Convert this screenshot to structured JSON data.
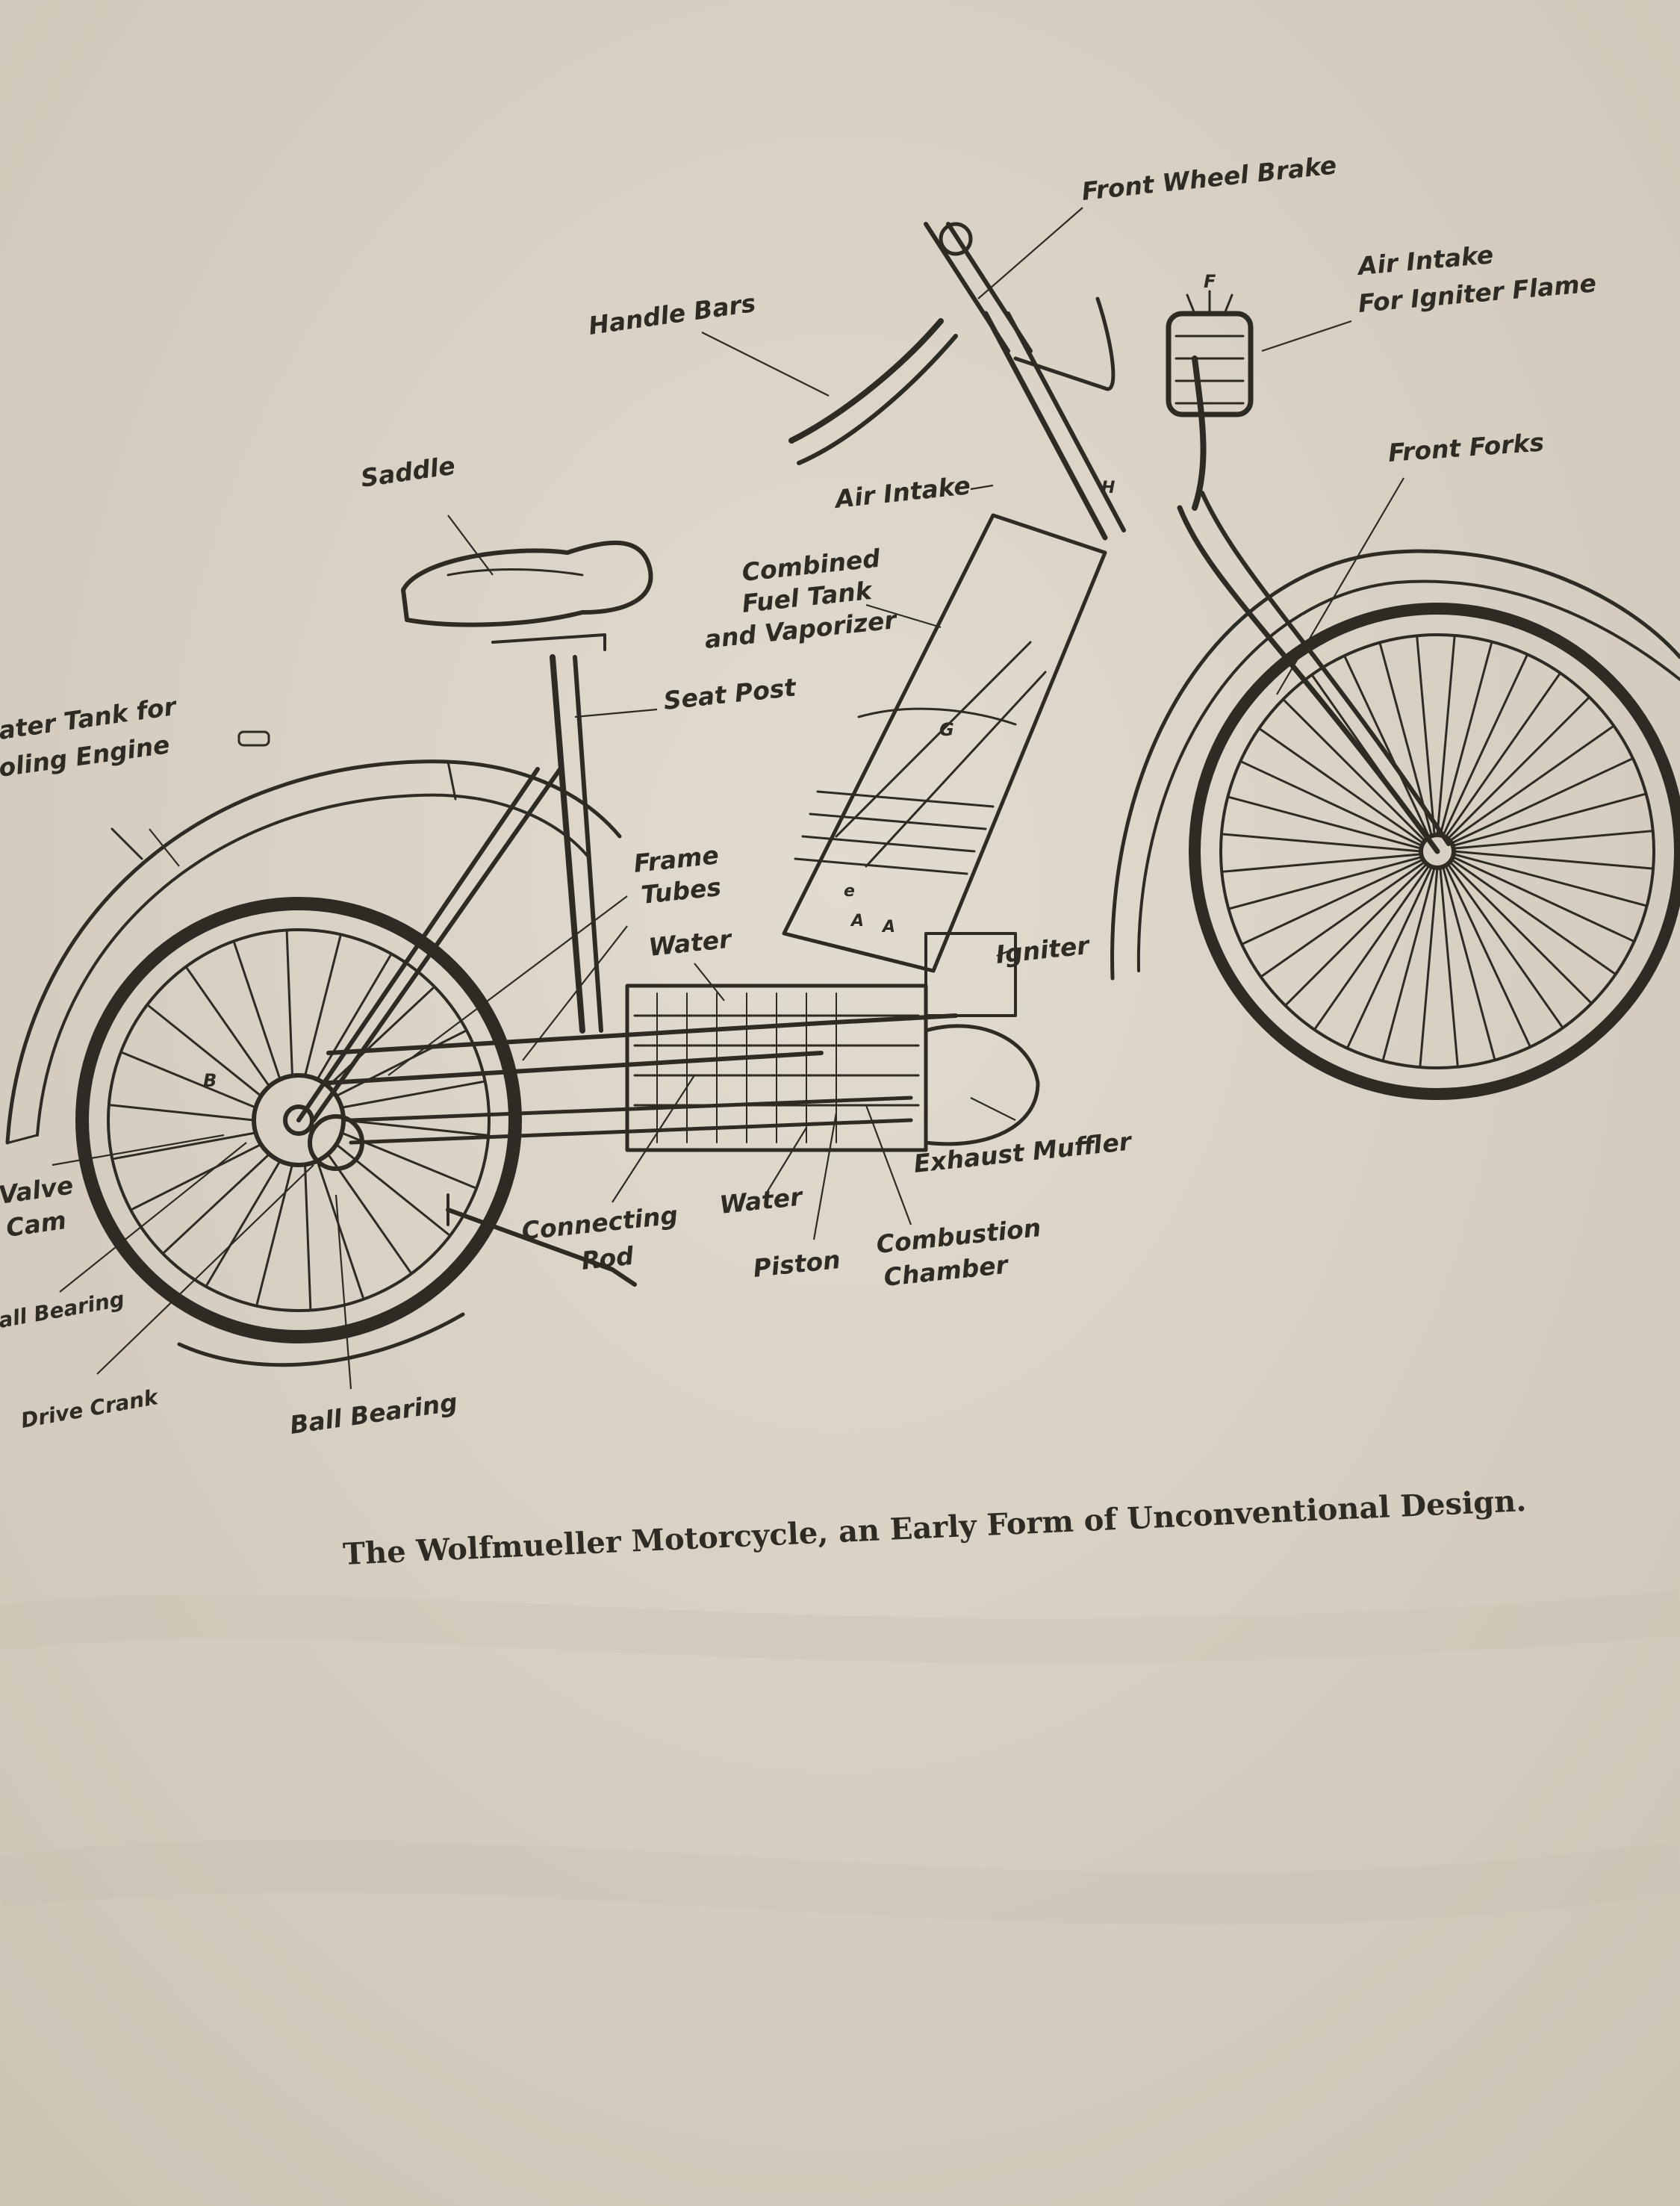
{
  "labels": {
    "front_wheel_brake": "Front Wheel Brake",
    "air_intake_igniter_1": "Air Intake",
    "air_intake_igniter_2": "For Igniter Flame",
    "handle_bars": "Handle Bars",
    "front_forks": "Front Forks",
    "saddle": "Saddle",
    "air_intake": "Air Intake",
    "fuel_tank_1": "Combined",
    "fuel_tank_2": "Fuel Tank",
    "fuel_tank_3": "and Vaporizer",
    "seat_post": "Seat Post",
    "water_tank_1": "ater Tank for",
    "water_tank_2": "oling Engine",
    "frame_tubes_1": "Frame",
    "frame_tubes_2": "Tubes",
    "water_top": "Water",
    "igniter": "Igniter",
    "exhaust_muffler": "Exhaust Muffler",
    "valve_cam_1": "Valve",
    "valve_cam_2": "Cam",
    "connecting_rod_1": "Connecting",
    "connecting_rod_2": "Rod",
    "water_bottom": "Water",
    "piston": "Piston",
    "combustion_1": "Combustion",
    "combustion_2": "Chamber",
    "ball_bearing_left": "all Bearing",
    "drive_crank": "Drive Crank",
    "ball_bearing_bottom": "Ball Bearing",
    "part_f": "F",
    "part_g": "G",
    "part_b": "B",
    "part_a1": "A",
    "part_a2": "A",
    "part_e": "e",
    "part_h": "H"
  },
  "caption": "The Wolfmueller Motorcycle, an Early Form of Unconventional Design.",
  "colors": {
    "fabric": "#dcd4c7",
    "ink": "#2e2b25"
  }
}
